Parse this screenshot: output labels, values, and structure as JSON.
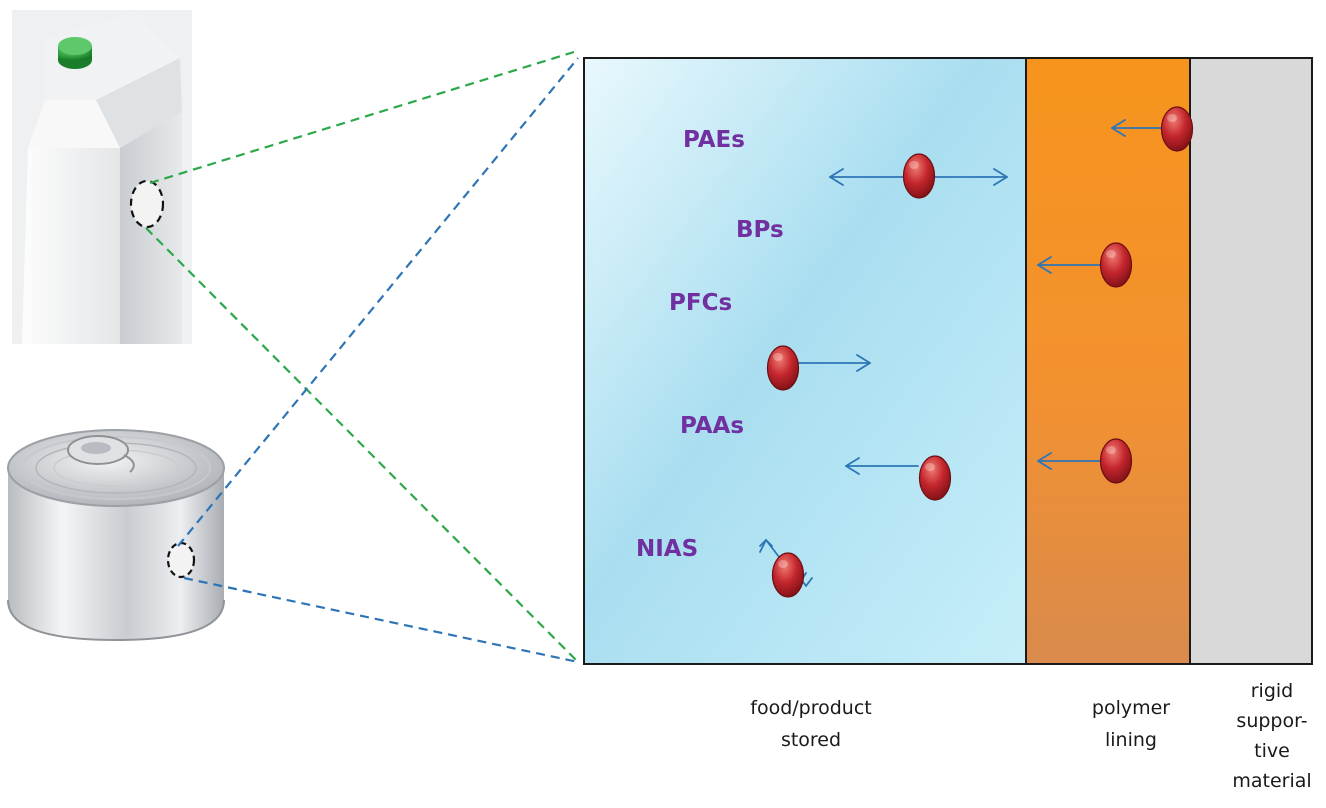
{
  "compounds": [
    "PAEs",
    "BPs",
    "PFCs",
    "PAAs",
    "NIAS"
  ],
  "layers": [
    {
      "name": "food-product",
      "caption": [
        "food/product",
        "stored"
      ],
      "color": "#bde9f5"
    },
    {
      "name": "polymer-lining",
      "caption": [
        "polymer",
        "lining"
      ],
      "color": "#f7941d"
    },
    {
      "name": "rigid-supportive-material",
      "caption": [
        "rigid",
        "suppor-",
        "tive",
        "material"
      ],
      "color": "#d9d9d9"
    }
  ],
  "colors": {
    "compound_text": "#7030a0",
    "arrow": "#2e75b6",
    "molecule": "#c0272d",
    "zoom_line_carton": "#2ca84a",
    "zoom_line_can": "#2e75b6"
  },
  "icons": [
    "milk-carton-icon",
    "tin-can-icon",
    "molecule-icon"
  ]
}
